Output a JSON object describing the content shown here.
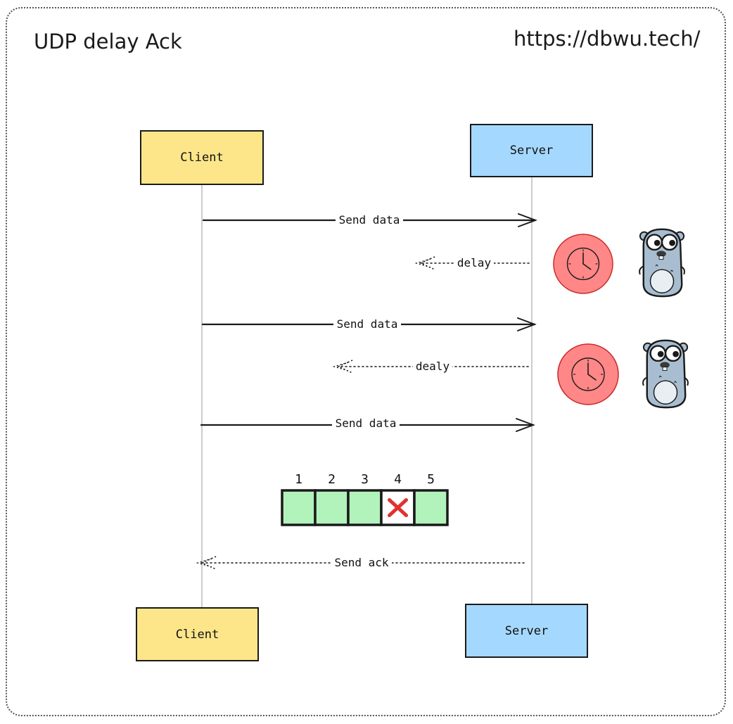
{
  "header": {
    "title": "UDP delay Ack",
    "url": "https://dbwu.tech/"
  },
  "participants": {
    "client_label": "Client",
    "server_label": "Server"
  },
  "messages": [
    {
      "label": "Send data",
      "direction": "client-to-server",
      "style": "solid"
    },
    {
      "label": "delay",
      "direction": "server-to-client",
      "style": "dotted"
    },
    {
      "label": "Send data",
      "direction": "client-to-server",
      "style": "solid"
    },
    {
      "label": "dealy",
      "direction": "server-to-client",
      "style": "dotted"
    },
    {
      "label": "Send data",
      "direction": "client-to-server",
      "style": "solid"
    },
    {
      "label": "Send ack",
      "direction": "server-to-client",
      "style": "dotted"
    }
  ],
  "packets": [
    {
      "label": "1",
      "status": "received"
    },
    {
      "label": "2",
      "status": "received"
    },
    {
      "label": "3",
      "status": "received"
    },
    {
      "label": "4",
      "status": "lost"
    },
    {
      "label": "5",
      "status": "received"
    }
  ],
  "icons": [
    "clock-icon",
    "gopher-mascot-icon"
  ],
  "colors": {
    "client": "#fde68a",
    "server": "#a5d8ff",
    "packet_ok": "#b2f2bb",
    "packet_lost_mark": "#e03131",
    "clock": "#ff8787"
  }
}
